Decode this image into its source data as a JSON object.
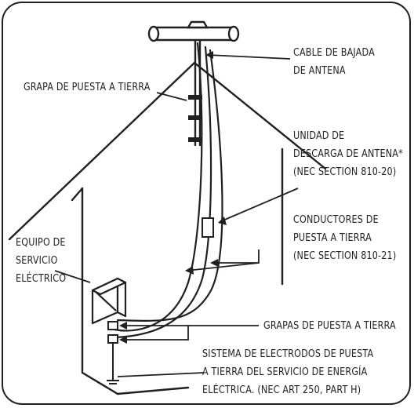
{
  "labels": {
    "lead_in_cable": [
      "CABLE DE BAJADA",
      "DE ANTENA"
    ],
    "ground_clamp": [
      "GRAPA DE PUESTA A TIERRA"
    ],
    "discharge_unit": [
      "UNIDAD DE",
      "DESCARGA DE ANTENA*",
      "(NEC SECTION 810-20)"
    ],
    "grounding_conductors": [
      "CONDUCTORES DE",
      "PUESTA A TIERRA",
      "(NEC SECTION 810-21)"
    ],
    "electric_service": [
      "EQUIPO DE",
      "SERVICIO",
      "ELÉCTRICO"
    ],
    "ground_clamps": [
      "GRAPAS DE PUESTA A TIERRA"
    ],
    "electrode_system": [
      "SISTEMA DE ELECTRODOS DE PUESTA",
      "A TIERRA DEL SERVICIO DE ENERGÍA",
      "ELÉCTRICA. (NEC ART 250, PART H)"
    ]
  },
  "colors": {
    "ink": "#231f20",
    "paper": "#ffffff"
  }
}
